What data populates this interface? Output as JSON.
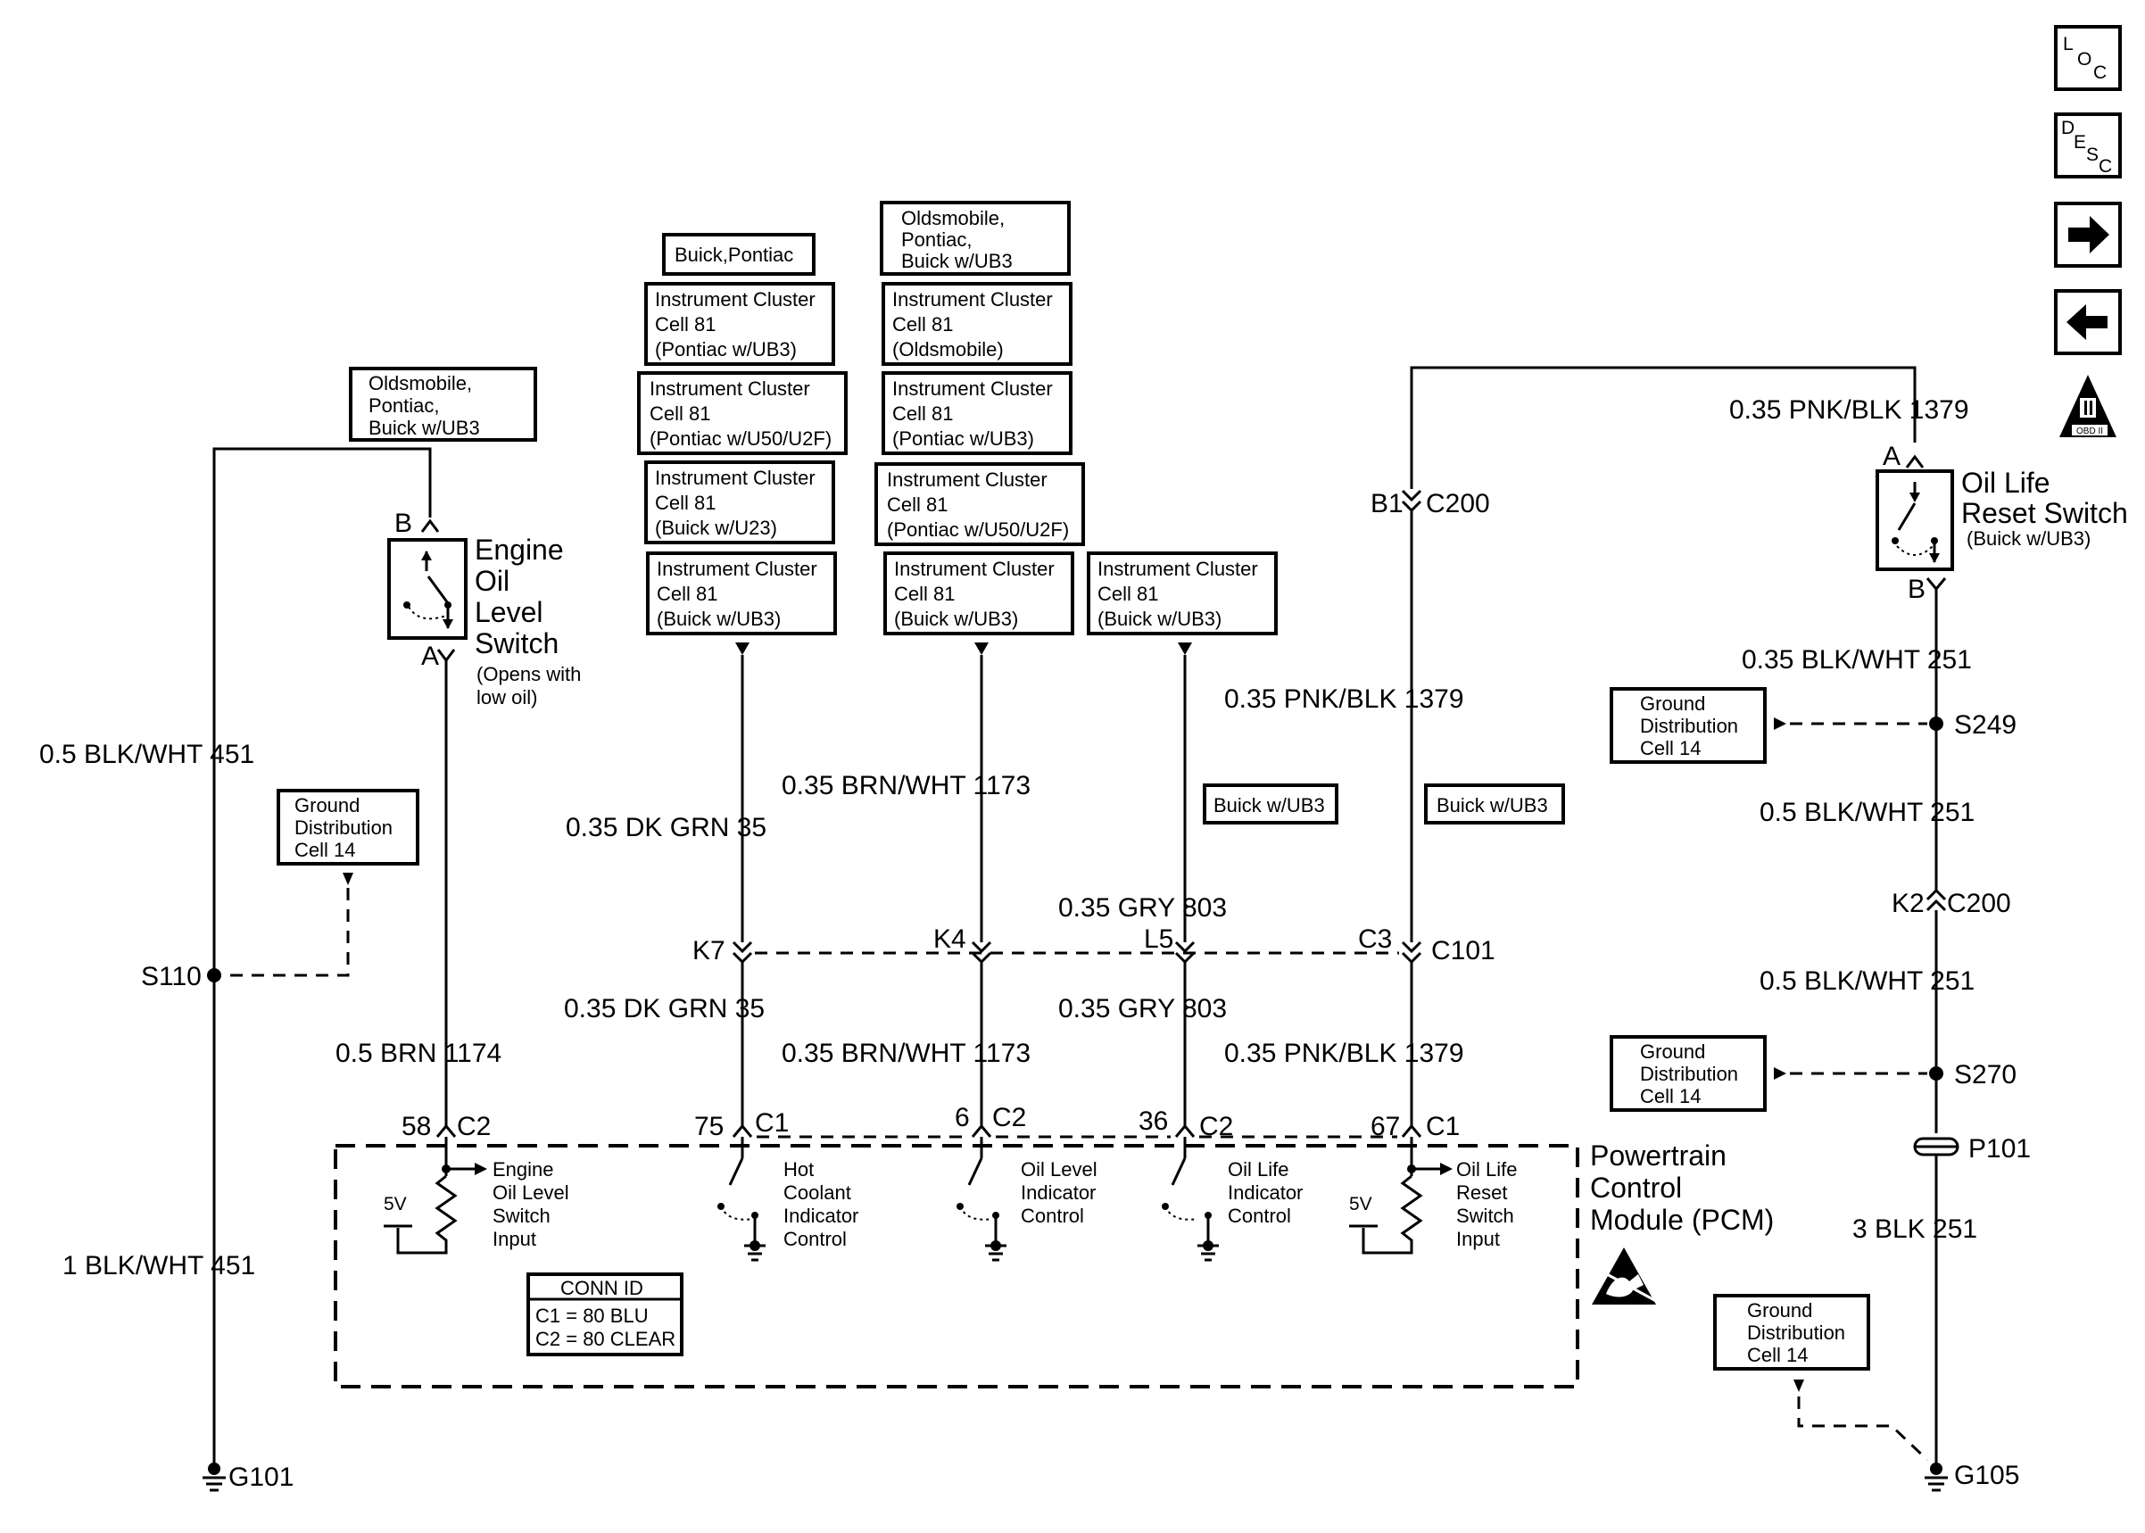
{
  "nav": {
    "loc": {
      "t1": "L",
      "t2": "O",
      "t3": "C"
    },
    "desc": {
      "t1": "D",
      "t2": "E",
      "t3": "S",
      "t4": "C"
    },
    "obd_label": "OBD II"
  },
  "top_boxes": {
    "olds_left": [
      "Oldsmobile,",
      "Pontiac,",
      "Buick  w/UB3"
    ],
    "buick_pontiac": "Buick,Pontiac",
    "olds_mid": [
      "Oldsmobile,",
      "Pontiac,",
      "Buick w/UB3"
    ]
  },
  "clusters": {
    "c1": [
      "Instrument Cluster",
      "Cell 81",
      "(Pontiac w/UB3)"
    ],
    "c2": [
      "Instrument Cluster",
      "Cell 81",
      "(Pontiac w/U50/U2F)"
    ],
    "c3": [
      "Instrument Cluster",
      "Cell 81",
      "(Buick w/U23)"
    ],
    "c4": [
      "Instrument Cluster",
      "Cell 81",
      "(Buick w/UB3)"
    ],
    "c5": [
      "Instrument Cluster",
      "Cell 81",
      "(Oldsmobile)"
    ],
    "c6": [
      "Instrument Cluster",
      "Cell 81",
      "(Pontiac w/UB3)"
    ],
    "c7": [
      "Instrument Cluster",
      "Cell 81",
      "(Pontiac w/U50/U2F)"
    ],
    "c8": [
      "Instrument Cluster",
      "Cell 81",
      "(Buick w/UB3)"
    ],
    "c9": [
      "Instrument Cluster",
      "Cell 81",
      "(Buick w/UB3)"
    ]
  },
  "ground_dist": [
    "Ground",
    "Distribution",
    "Cell 14"
  ],
  "buick_ub3": "Buick w/UB3",
  "engine_switch": {
    "title": [
      "Engine",
      "Oil",
      "Level",
      "Switch"
    ],
    "note": [
      "(Opens with",
      "low oil)"
    ],
    "pin_b": "B",
    "pin_a": "A"
  },
  "reset_switch": {
    "title": [
      "Oil Life",
      "Reset Switch"
    ],
    "note": "(Buick w/UB3)",
    "pin_a": "A",
    "pin_b": "B"
  },
  "wires": {
    "w451_top": "0.5 BLK/WHT  451",
    "w451_bot": "1 BLK/WHT  451",
    "w1174": "0.5 BRN  1174",
    "w35_top": "0.35 DK GRN  35",
    "w35_bot": "0.35 DK GRN  35",
    "w1173_top": "0.35 BRN/WHT  1173",
    "w1173_bot": "0.35 BRN/WHT  1173",
    "w803_top": "0.35 GRY  803",
    "w803_bot": "0.35 GRY  803",
    "w1379_a": "0.35 PNK/BLK  1379",
    "w1379_b": "0.35 PNK/BLK  1379",
    "w1379_c": "0.35 PNK/BLK  1379",
    "w251_a": "0.35 BLK/WHT  251",
    "w251_b": "0.5 BLK/WHT  251",
    "w251_c": "0.5 BLK/WHT  251",
    "w251_d": "3 BLK  251"
  },
  "connectors": {
    "k7": "K7",
    "k4": "K4",
    "l5": "L5",
    "c3": "C3",
    "c101": "C101",
    "b1": "B1",
    "c200": "C200",
    "k2": "K2",
    "c200b": "C200"
  },
  "splices": {
    "s110": "S110",
    "s249": "S249",
    "s270": "S270",
    "p101": "P101"
  },
  "grounds": {
    "g101": "G101",
    "g105": "G105"
  },
  "pcm_pins": {
    "p58": "58",
    "p58c": "C2",
    "p75": "75",
    "p75c": "C1",
    "p6": "6",
    "p6c": "C2",
    "p36": "36",
    "p36c": "C2",
    "p67": "67",
    "p67c": "C1"
  },
  "pcm_functions": {
    "f1": [
      "Engine",
      "Oil Level",
      "Switch",
      "Input"
    ],
    "f2": [
      "Hot",
      "Coolant",
      "Indicator",
      "Control"
    ],
    "f3": [
      "Oil Level",
      "Indicator",
      "Control"
    ],
    "f4": [
      "Oil Life",
      "Indicator",
      "Control"
    ],
    "f5": [
      "Oil Life",
      "Reset",
      "Switch",
      "Input"
    ],
    "v1": "5V",
    "v2": "5V"
  },
  "pcm": {
    "title": [
      "Powertrain",
      "Control",
      "Module (PCM)"
    ]
  },
  "conn_id": {
    "title": "CONN ID",
    "c1": "C1 = 80 BLU",
    "c2": "C2 = 80 CLEAR"
  }
}
